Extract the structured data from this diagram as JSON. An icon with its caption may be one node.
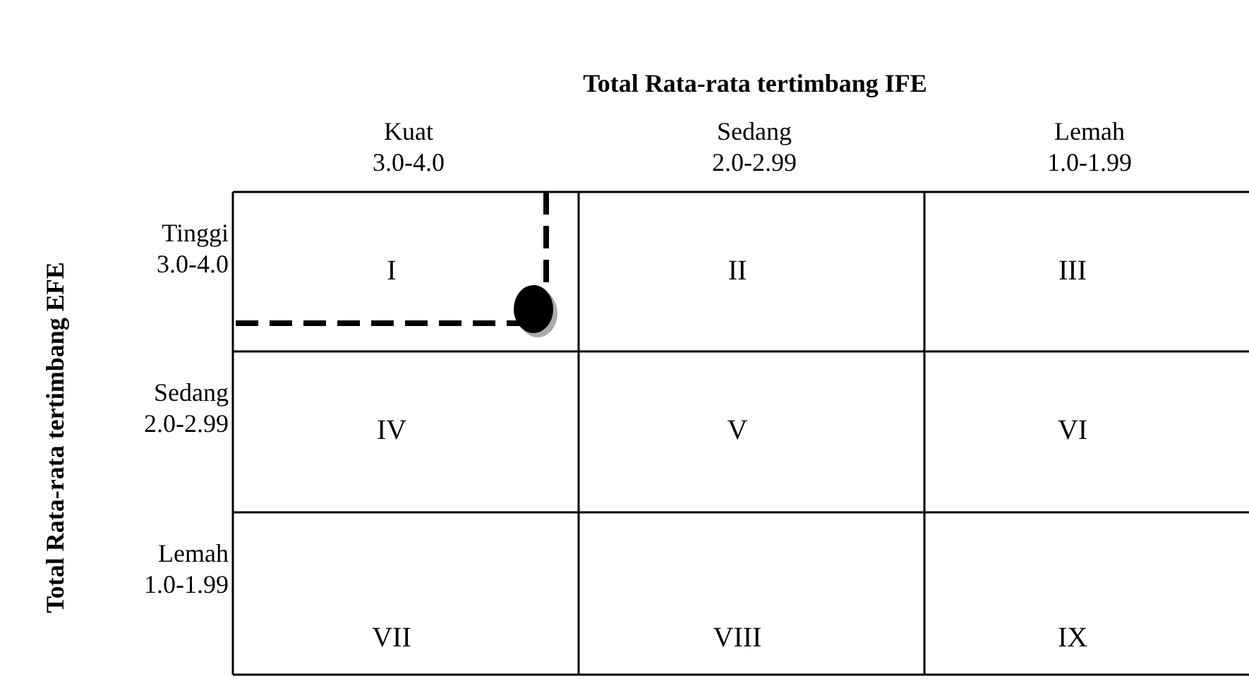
{
  "diagram": {
    "title": "Total Rata-rata tertimbang IFE",
    "labels": [
      "Total Rata-rata tertimbang EFE",
      "Kuat 3.0-4.0",
      "Sedang 2.0-2.99",
      "Lemah 1.0-1.99",
      "Tinggi 3.0-4.0",
      "I",
      "II",
      "III",
      "Sedang 2.0-2.99",
      "IV",
      "V",
      "VI",
      "Lemah 1.0-1.99",
      "VII",
      "VIII",
      "IX"
    ]
  }
}
